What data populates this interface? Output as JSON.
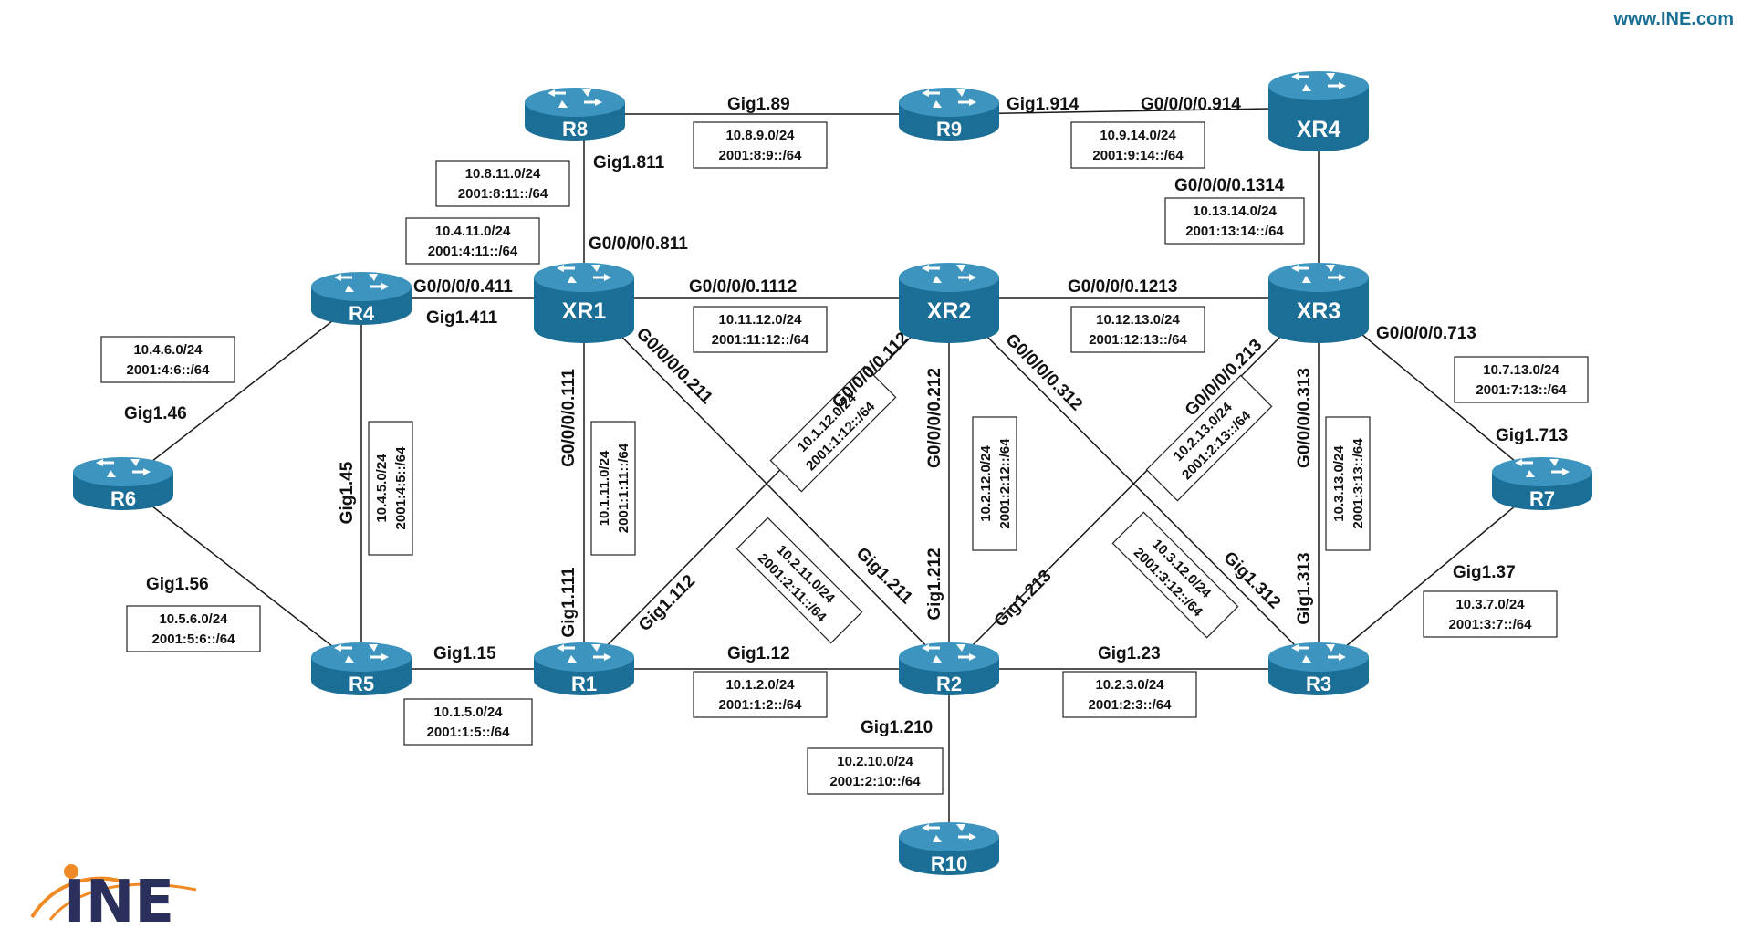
{
  "site_url": "www.INE.com",
  "logo": {
    "text": "INE",
    "color": "#2a2f5c",
    "accent": "#f08a24"
  },
  "colors": {
    "router": "#1b6e95",
    "router_top": "#3d95bf",
    "line": "#1a1a1a",
    "text": "#111111",
    "url": "#1a6f95"
  },
  "routers": {
    "R8": "R8",
    "R9": "R9",
    "XR4": "XR4",
    "R4": "R4",
    "XR1": "XR1",
    "XR2": "XR2",
    "XR3": "XR3",
    "R6": "R6",
    "R7": "R7",
    "R5": "R5",
    "R1": "R1",
    "R2": "R2",
    "R3": "R3",
    "R10": "R10"
  },
  "interfaces": {
    "r8_r9_gig": "Gig1.89",
    "r9_gig": "Gig1.914",
    "xr4_g": "G0/0/0/0.914",
    "r8_gig": "Gig1.811",
    "xr4_down": "G0/0/0/0.1314",
    "xr1_up": "G0/0/0/0.811",
    "xr1_r4": "G0/0/0/0.411",
    "r4_gig": "Gig1.411",
    "xr1_xr2": "G0/0/0/0.1112",
    "xr2_xr3": "G0/0/0/0.1213",
    "xr3_r7": "G0/0/0/0.713",
    "r6_gig46": "Gig1.46",
    "r4_gig45": "Gig1.45",
    "r6_gig56": "Gig1.56",
    "r5_gig15": "Gig1.15",
    "xr1_r1": "G0/0/0/0.111",
    "xr1_r2": "G0/0/0/0.211",
    "xr2_r1": "G0/0/0/0.112",
    "xr2_r2": "G0/0/0/0.212",
    "xr2_r3": "G0/0/0/0.312",
    "xr3_r2": "G0/0/0/0.213",
    "xr3_r3": "G0/0/0/0.313",
    "r7_gig713": "Gig1.713",
    "r7_gig37": "Gig1.37",
    "r1_gig111": "Gig1.111",
    "r1_gig112": "Gig1.112",
    "r2_gig211": "Gig1.211",
    "r2_gig212": "Gig1.212",
    "r2_gig213": "Gig1.213",
    "r3_gig312": "Gig1.312",
    "r3_gig313": "Gig1.313",
    "r1_r2_gig": "Gig1.12",
    "r2_r3_gig": "Gig1.23",
    "r2_r10_gig": "Gig1.210"
  },
  "subnets": {
    "r8_r9": [
      "10.8.9.0/24",
      "2001:8:9::/64"
    ],
    "r9_xr4": [
      "10.9.14.0/24",
      "2001:9:14::/64"
    ],
    "r8_xr1": [
      "10.8.11.0/24",
      "2001:8:11::/64"
    ],
    "r4_xr1": [
      "10.4.11.0/24",
      "2001:4:11::/64"
    ],
    "xr4_xr3": [
      "10.13.14.0/24",
      "2001:13:14::/64"
    ],
    "xr1_xr2": [
      "10.11.12.0/24",
      "2001:11:12::/64"
    ],
    "xr2_xr3": [
      "10.12.13.0/24",
      "2001:12:13::/64"
    ],
    "r4_r6": [
      "10.4.6.0/24",
      "2001:4:6::/64"
    ],
    "xr3_r7": [
      "10.7.13.0/24",
      "2001:7:13::/64"
    ],
    "r4_r5": [
      "10.4.5.0/24",
      "2001:4:5::/64"
    ],
    "xr1_r1": [
      "10.1.11.0/24",
      "2001:1:11::/64"
    ],
    "xr2_r1": [
      "10.1.12.0/24",
      "2001:1:12::/64"
    ],
    "xr1_r2": [
      "10.2.11.0/24",
      "2001:2:11::/64"
    ],
    "xr2_r2": [
      "10.2.12.0/24",
      "2001:2:12::/64"
    ],
    "xr3_r2": [
      "10.2.13.0/24",
      "2001:2:13::/64"
    ],
    "xr2_r3": [
      "10.3.12.0/24",
      "2001:3:12::/64"
    ],
    "xr3_r3": [
      "10.3.13.0/24",
      "2001:3:13::/64"
    ],
    "r5_r6": [
      "10.5.6.0/24",
      "2001:5:6::/64"
    ],
    "r3_r7": [
      "10.3.7.0/24",
      "2001:3:7::/64"
    ],
    "r1_r5": [
      "10.1.5.0/24",
      "2001:1:5::/64"
    ],
    "r1_r2": [
      "10.1.2.0/24",
      "2001:1:2::/64"
    ],
    "r2_r3": [
      "10.2.3.0/24",
      "2001:2:3::/64"
    ],
    "r2_r10": [
      "10.2.10.0/24",
      "2001:2:10::/64"
    ]
  }
}
